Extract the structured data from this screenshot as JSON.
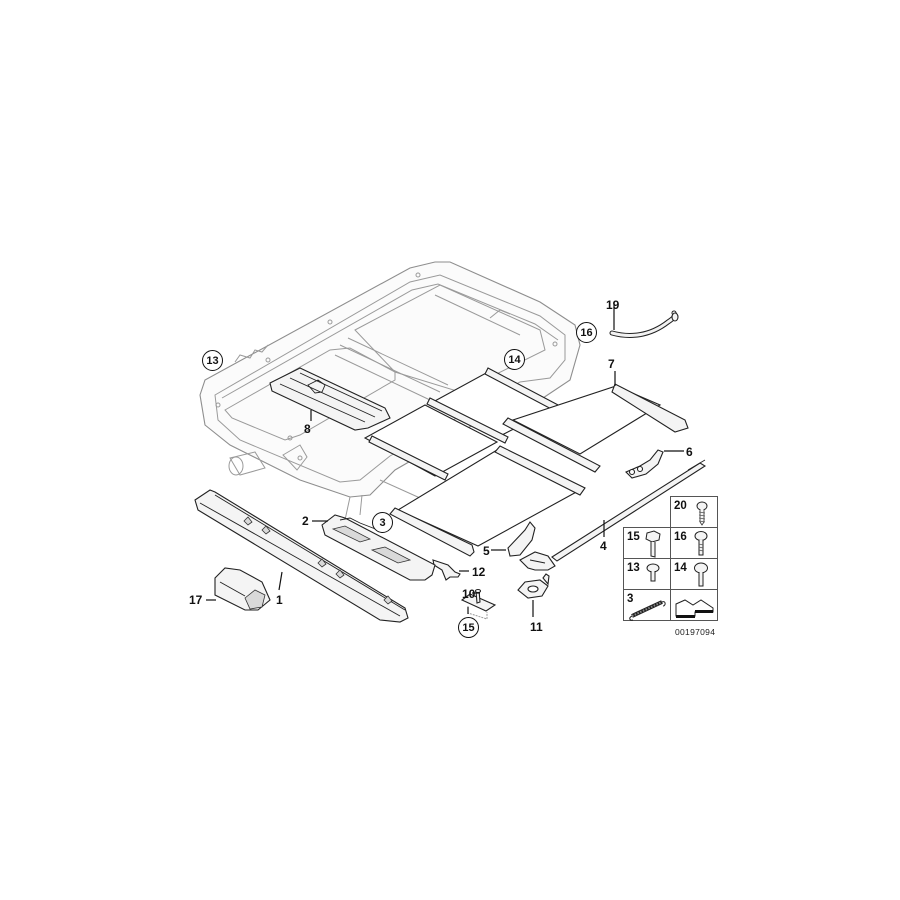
{
  "diagram": {
    "type": "exploded parts diagram",
    "subject": "sliding/lifting roof sun blinds and components",
    "document_number": "00197094",
    "part_labels": [
      {
        "id": "1",
        "text": "1"
      },
      {
        "id": "2",
        "text": "2"
      },
      {
        "id": "4",
        "text": "4"
      },
      {
        "id": "5",
        "text": "5"
      },
      {
        "id": "6",
        "text": "6"
      },
      {
        "id": "7",
        "text": "7"
      },
      {
        "id": "8",
        "text": "8"
      },
      {
        "id": "10",
        "text": "10"
      },
      {
        "id": "11",
        "text": "11"
      },
      {
        "id": "12",
        "text": "12"
      },
      {
        "id": "17",
        "text": "17"
      },
      {
        "id": "19",
        "text": "19"
      }
    ],
    "circled_refs": [
      {
        "id": "3",
        "text": "3"
      },
      {
        "id": "13",
        "text": "13"
      },
      {
        "id": "14",
        "text": "14"
      },
      {
        "id": "15",
        "text": "15"
      },
      {
        "id": "16",
        "text": "16"
      }
    ],
    "fastener_legend": [
      {
        "id": "20",
        "text": "20",
        "icon": "pan-head-tapping-screw"
      },
      {
        "id": "15",
        "text": "15",
        "icon": "hex-flange-bolt"
      },
      {
        "id": "16",
        "text": "16",
        "icon": "pan-head-screw"
      },
      {
        "id": "13",
        "text": "13",
        "icon": "short-hex-bolt"
      },
      {
        "id": "14",
        "text": "14",
        "icon": "round-head-screw"
      },
      {
        "id": "3",
        "text": "3",
        "icon": "spring"
      },
      {
        "id": "arrow",
        "text": "",
        "icon": "direction-arrow"
      }
    ]
  }
}
